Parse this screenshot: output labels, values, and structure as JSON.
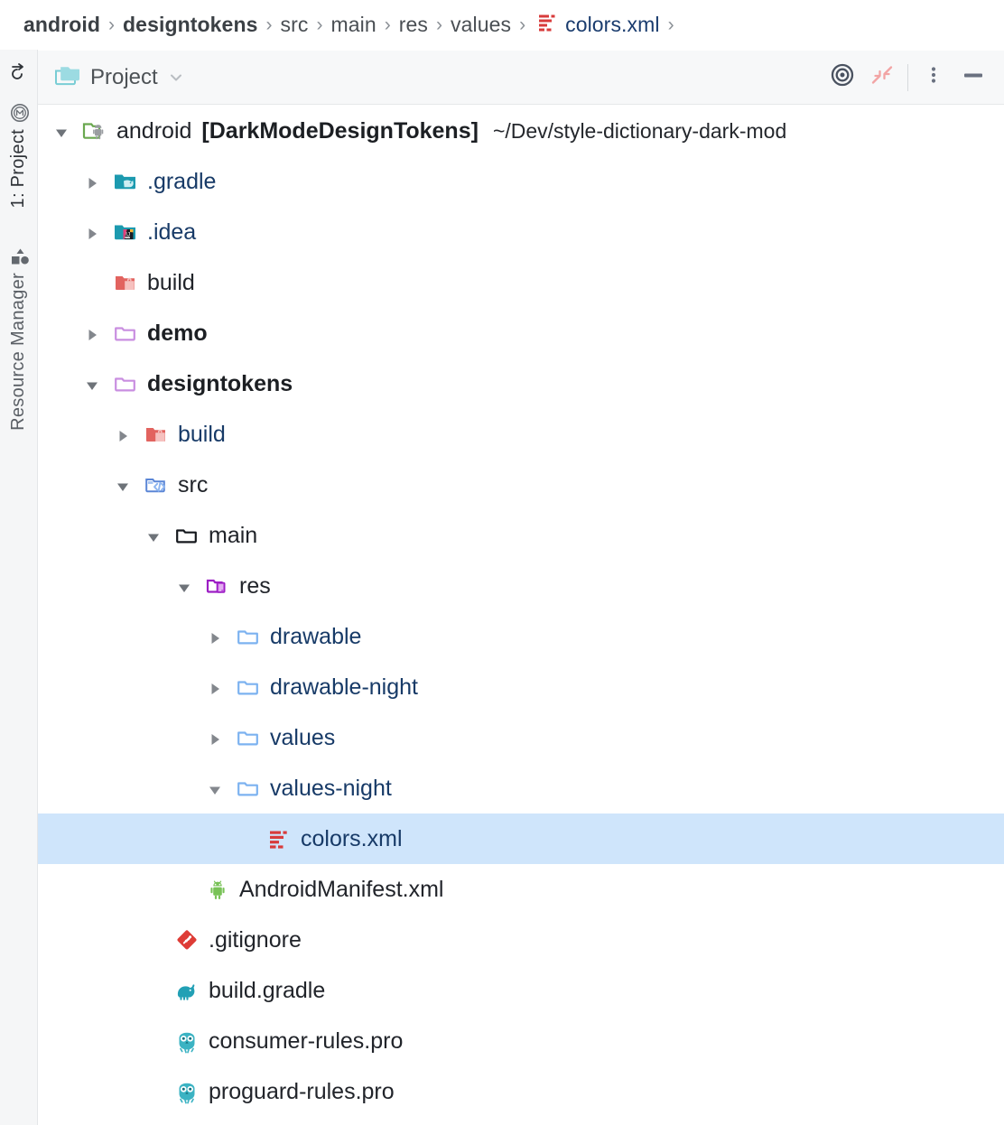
{
  "breadcrumb": {
    "items": [
      {
        "label": "android",
        "style": "bold"
      },
      {
        "label": "designtokens",
        "style": "bold"
      },
      {
        "label": "src",
        "style": "plain"
      },
      {
        "label": "main",
        "style": "plain"
      },
      {
        "label": "res",
        "style": "plain"
      },
      {
        "label": "values",
        "style": "plain"
      },
      {
        "label": "colors.xml",
        "style": "file",
        "icon": "xml-file-icon"
      }
    ],
    "separator": "›",
    "trailing_separator": "›"
  },
  "toolstrip": {
    "buttons": [
      {
        "label": "1: Project",
        "icon": "module-icon",
        "active": true
      },
      {
        "label": "Resource Manager",
        "icon": "shapes-icon",
        "active": false
      }
    ]
  },
  "panel": {
    "title": "Project",
    "title_icon": "project-folders-icon",
    "dropdown_icon": "chevron-down-icon",
    "actions": [
      {
        "name": "select-opened-file-button",
        "icon": "target-icon"
      },
      {
        "name": "collapse-all-button",
        "icon": "collapse-arrows-icon"
      },
      {
        "name": "options-menu-button",
        "icon": "more-vertical-icon"
      },
      {
        "name": "hide-panel-button",
        "icon": "minimize-icon"
      }
    ]
  },
  "tree": {
    "rows": [
      {
        "name": "tree-row-android",
        "label": "android",
        "tag": "[DarkModeDesignTokens]",
        "path": "~/Dev/style-dictionary-dark-mod",
        "depth": 0,
        "arrow": "expanded",
        "icon": "android-project-folder-icon",
        "style": "dark"
      },
      {
        "name": "tree-row-gradle",
        "label": ".gradle",
        "depth": 1,
        "arrow": "collapsed",
        "icon": "gradle-folder-icon",
        "style": "navy"
      },
      {
        "name": "tree-row-idea",
        "label": ".idea",
        "depth": 1,
        "arrow": "collapsed",
        "icon": "idea-folder-icon",
        "style": "navy"
      },
      {
        "name": "tree-row-build",
        "label": "build",
        "depth": 1,
        "arrow": "none",
        "icon": "excluded-folder-icon",
        "style": "dark"
      },
      {
        "name": "tree-row-demo",
        "label": "demo",
        "depth": 1,
        "arrow": "collapsed",
        "icon": "module-folder-icon",
        "style": "bold"
      },
      {
        "name": "tree-row-designtokens",
        "label": "designtokens",
        "depth": 1,
        "arrow": "expanded",
        "icon": "module-folder-icon",
        "style": "bold"
      },
      {
        "name": "tree-row-designtokens-build",
        "label": "build",
        "depth": 2,
        "arrow": "collapsed",
        "icon": "excluded-folder-icon",
        "style": "navy"
      },
      {
        "name": "tree-row-src",
        "label": "src",
        "depth": 2,
        "arrow": "expanded",
        "icon": "source-folder-icon",
        "style": "dark"
      },
      {
        "name": "tree-row-main",
        "label": "main",
        "depth": 3,
        "arrow": "expanded",
        "icon": "plain-folder-icon",
        "style": "dark"
      },
      {
        "name": "tree-row-res",
        "label": "res",
        "depth": 4,
        "arrow": "expanded",
        "icon": "res-folder-icon",
        "style": "dark"
      },
      {
        "name": "tree-row-drawable",
        "label": "drawable",
        "depth": 5,
        "arrow": "collapsed",
        "icon": "blue-folder-icon",
        "style": "navy"
      },
      {
        "name": "tree-row-drawable-night",
        "label": "drawable-night",
        "depth": 5,
        "arrow": "collapsed",
        "icon": "blue-folder-icon",
        "style": "navy"
      },
      {
        "name": "tree-row-values",
        "label": "values",
        "depth": 5,
        "arrow": "collapsed",
        "icon": "blue-folder-icon",
        "style": "navy"
      },
      {
        "name": "tree-row-values-night",
        "label": "values-night",
        "depth": 5,
        "arrow": "expanded",
        "icon": "blue-folder-icon",
        "style": "navy"
      },
      {
        "name": "tree-row-colors-xml",
        "label": "colors.xml",
        "depth": 6,
        "arrow": "none",
        "icon": "xml-file-icon",
        "style": "navy",
        "selected": true
      },
      {
        "name": "tree-row-android-manifest",
        "label": "AndroidManifest.xml",
        "depth": 4,
        "arrow": "none",
        "icon": "android-manifest-icon",
        "style": "dark"
      },
      {
        "name": "tree-row-gitignore",
        "label": ".gitignore",
        "depth": 3,
        "arrow": "none",
        "icon": "git-icon",
        "style": "dark"
      },
      {
        "name": "tree-row-build-gradle",
        "label": "build.gradle",
        "depth": 3,
        "arrow": "none",
        "icon": "gradle-file-icon",
        "style": "dark"
      },
      {
        "name": "tree-row-consumer-rules",
        "label": "consumer-rules.pro",
        "depth": 3,
        "arrow": "none",
        "icon": "proguard-icon",
        "style": "dark"
      },
      {
        "name": "tree-row-proguard-rules",
        "label": "proguard-rules.pro",
        "depth": 3,
        "arrow": "none",
        "icon": "proguard-icon",
        "style": "dark"
      }
    ]
  },
  "colors": {
    "selection": "#cfe5fb",
    "link_text": "#16365f",
    "module_folder": "#c98ee0",
    "blue_folder": "#7cb2f0",
    "excluded_folder": "#e2635f",
    "gradle_teal": "#22a0b5",
    "android_green": "#78c257",
    "xml_red": "#d83b3b",
    "git_red": "#de3c36",
    "panel_bg": "#f7f8f9"
  }
}
